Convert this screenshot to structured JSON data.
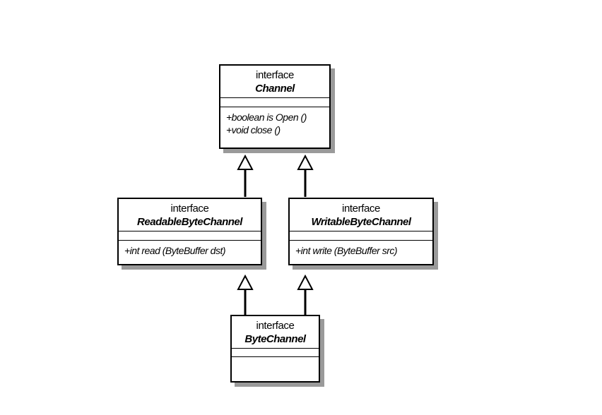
{
  "diagram": {
    "type": "uml-class-diagram",
    "classes": [
      {
        "id": "channel",
        "stereotype": "interface",
        "name": "Channel",
        "operations": [
          "+boolean is Open ()",
          "+void close ()"
        ]
      },
      {
        "id": "readable",
        "stereotype": "interface",
        "name": "ReadableByteChannel",
        "operations": [
          "+int read (ByteBuffer dst)"
        ]
      },
      {
        "id": "writable",
        "stereotype": "interface",
        "name": "WritableByteChannel",
        "operations": [
          "+int write (ByteBuffer src)"
        ]
      },
      {
        "id": "bytechannel",
        "stereotype": "interface",
        "name": "ByteChannel",
        "operations": []
      }
    ],
    "relations": [
      {
        "from": "readable",
        "to": "channel",
        "kind": "generalization"
      },
      {
        "from": "writable",
        "to": "channel",
        "kind": "generalization"
      },
      {
        "from": "bytechannel",
        "to": "readable",
        "kind": "generalization"
      },
      {
        "from": "bytechannel",
        "to": "writable",
        "kind": "generalization"
      }
    ],
    "colors": {
      "line": "#000000",
      "shadow": "#9a9a9a",
      "box_fill": "#ffffff"
    }
  }
}
